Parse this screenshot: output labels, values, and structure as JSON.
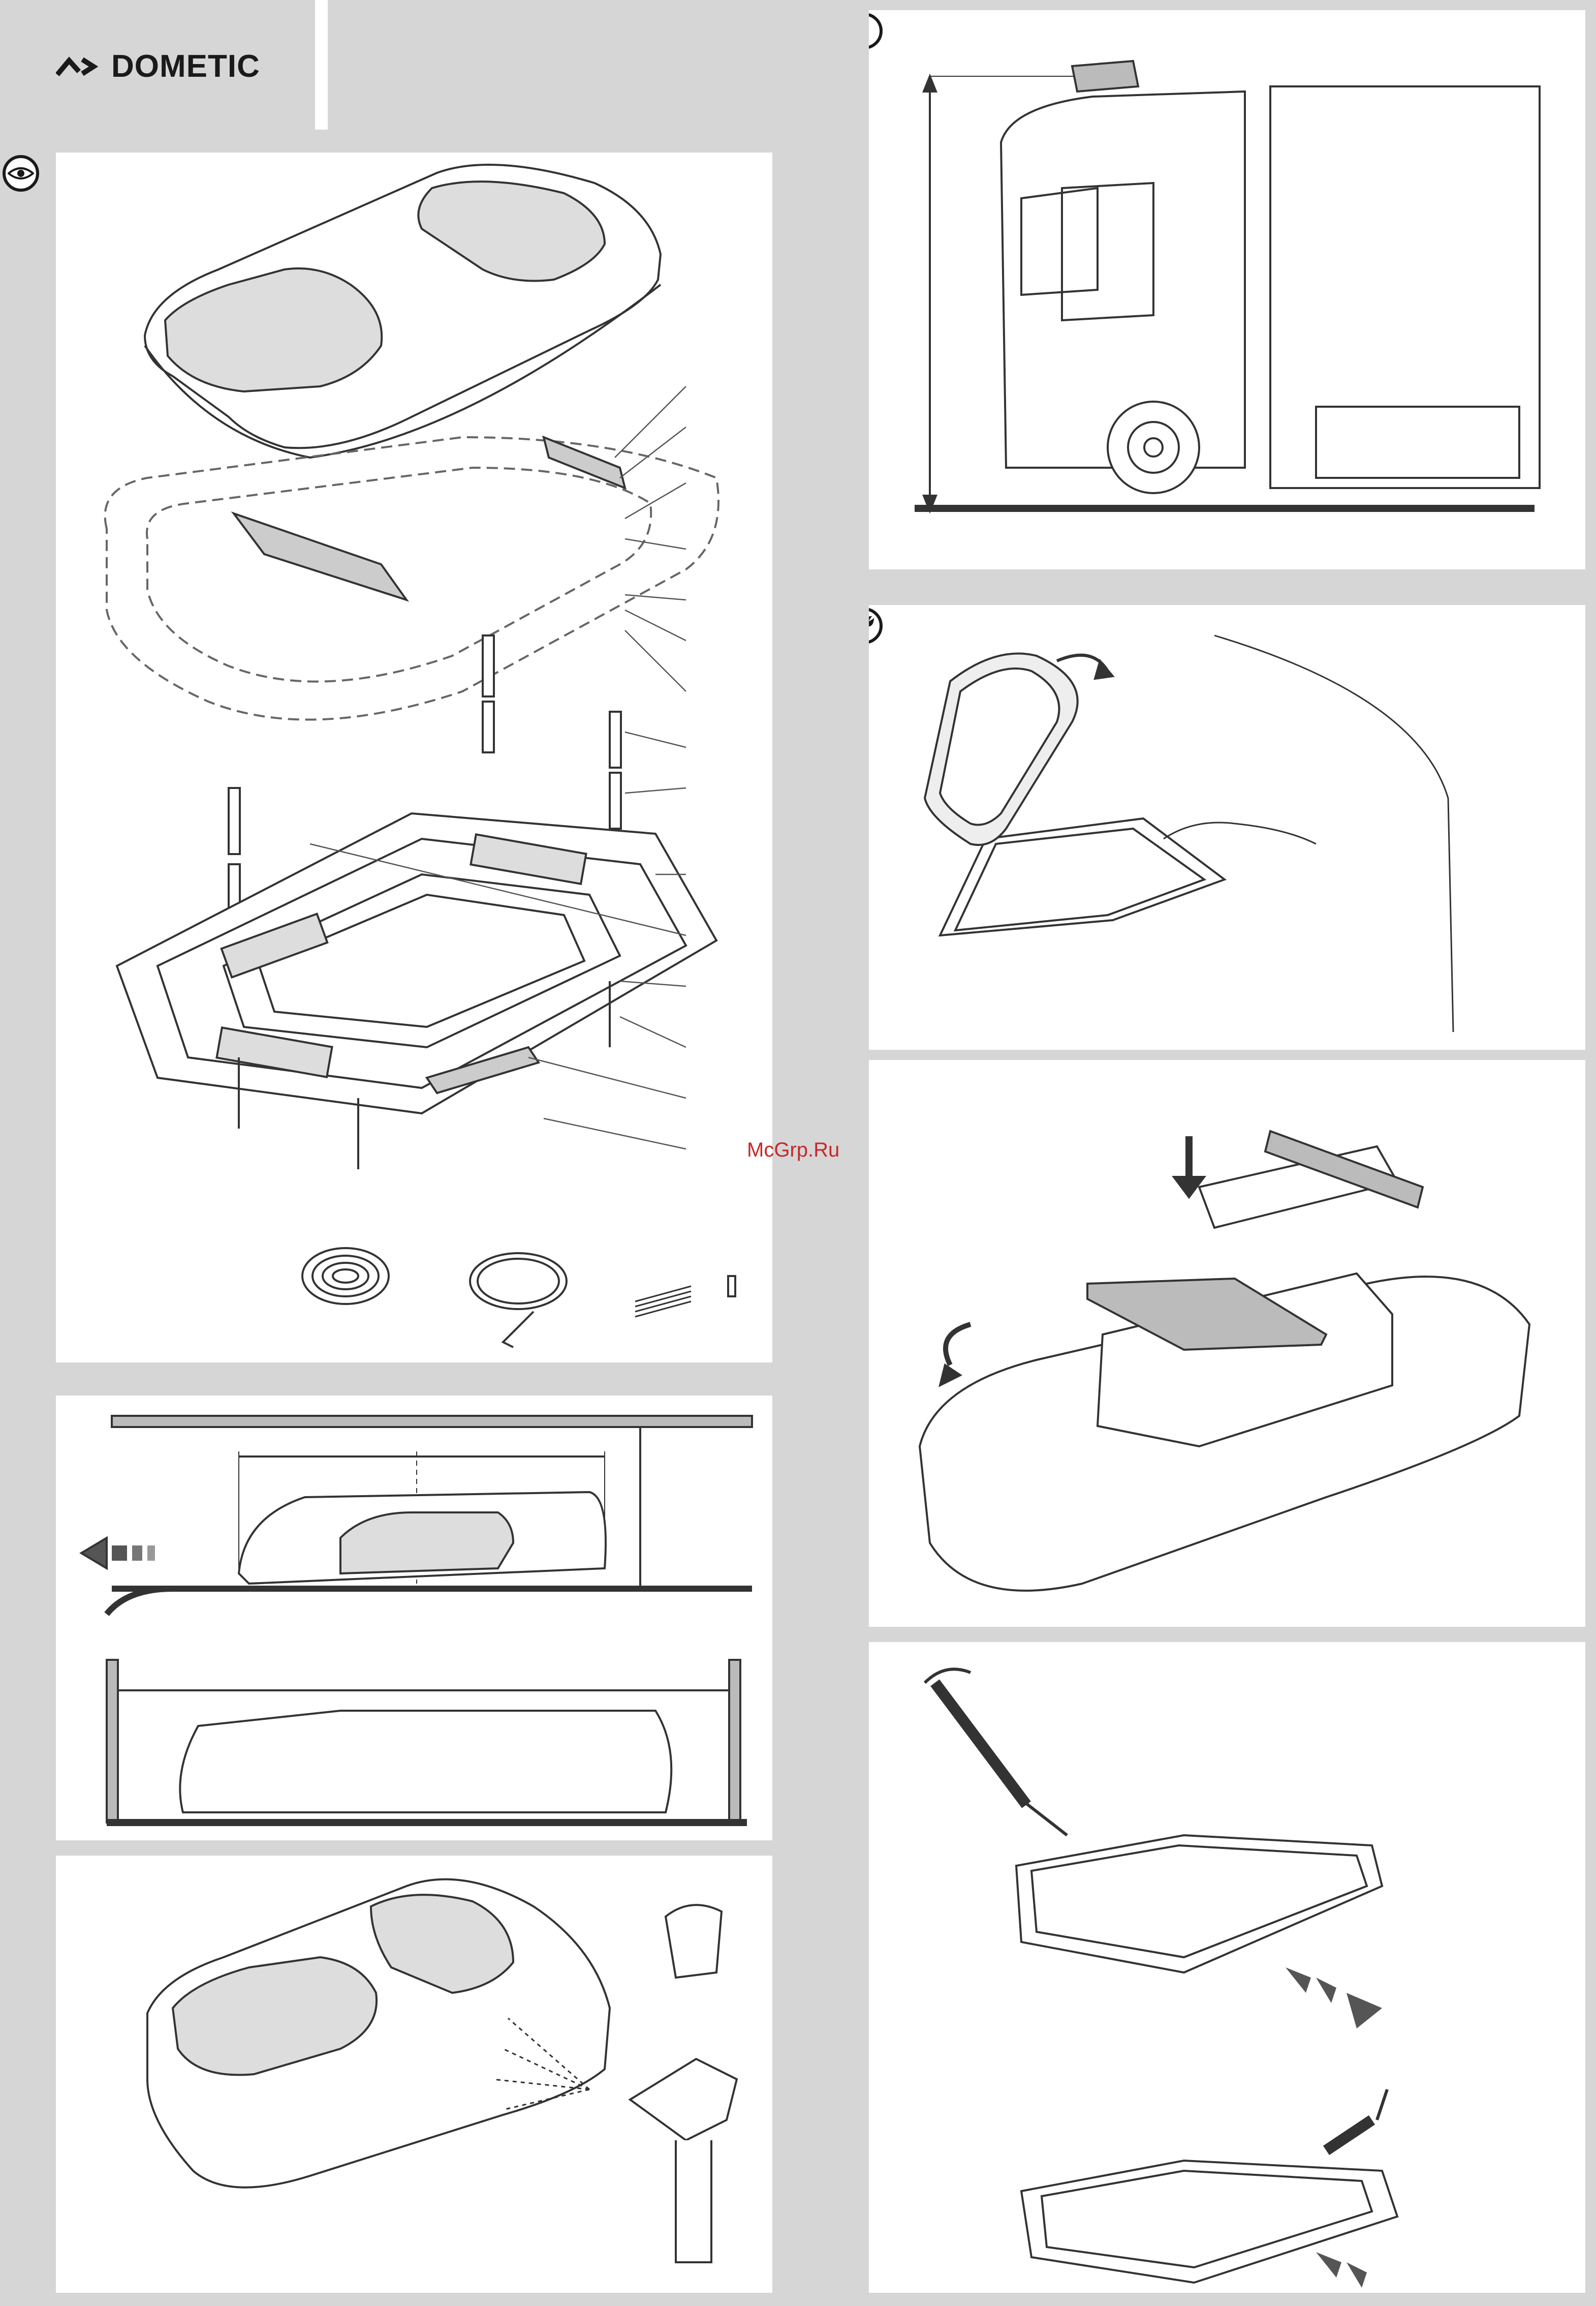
{
  "header": {
    "brand": "DOMETIC"
  },
  "watermark": "McGrp.Ru",
  "icons": {
    "overview": "eye-icon",
    "info": "info-icon",
    "tools": "wrench-icon"
  },
  "panels": [
    {
      "id": "exploded-view",
      "icon": "eye-icon"
    },
    {
      "id": "vehicle-height",
      "icon": "info-icon"
    },
    {
      "id": "cleaning-frame",
      "icon": "wrench-icon"
    },
    {
      "id": "install-bracket",
      "icon": ""
    },
    {
      "id": "clearance",
      "icon": "info-icon"
    },
    {
      "id": "paint",
      "icon": ""
    },
    {
      "id": "sealant",
      "icon": ""
    }
  ]
}
